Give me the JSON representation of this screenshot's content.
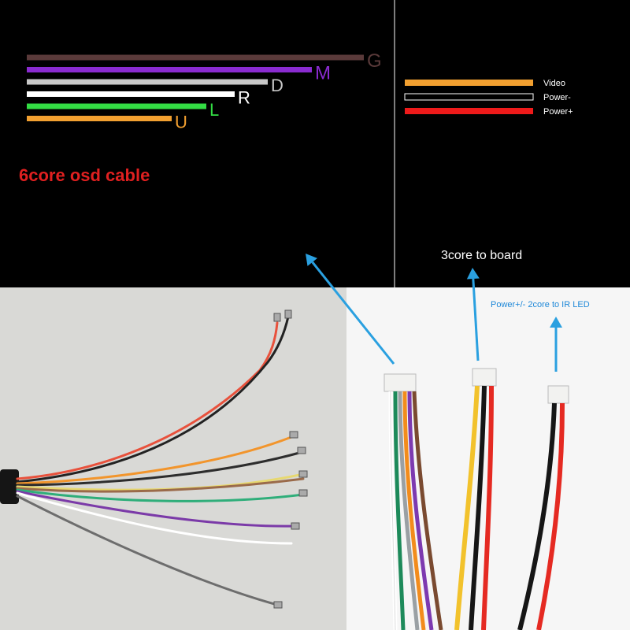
{
  "osd_cable": {
    "title": "6core osd cable",
    "title_color": "#e02020",
    "wires": [
      {
        "label": "G",
        "color": "#5a3a3a"
      },
      {
        "label": "M",
        "color": "#8a2bd0"
      },
      {
        "label": "D",
        "color": "#c8c8c8"
      },
      {
        "label": "R",
        "color": "#ffffff"
      },
      {
        "label": "L",
        "color": "#33dd44"
      },
      {
        "label": "U",
        "color": "#f2a030"
      }
    ]
  },
  "board_cable": {
    "title": "3core to board",
    "wires": [
      {
        "label": "Video",
        "color": "#f2a030"
      },
      {
        "label": "Power-",
        "color": "#000000"
      },
      {
        "label": "Power+",
        "color": "#ee1a1a"
      }
    ]
  },
  "ir_led": {
    "label": "Power+/- 2core to IR LED",
    "color": "#1e88d8"
  },
  "arrow_color": "#2aa0e0"
}
